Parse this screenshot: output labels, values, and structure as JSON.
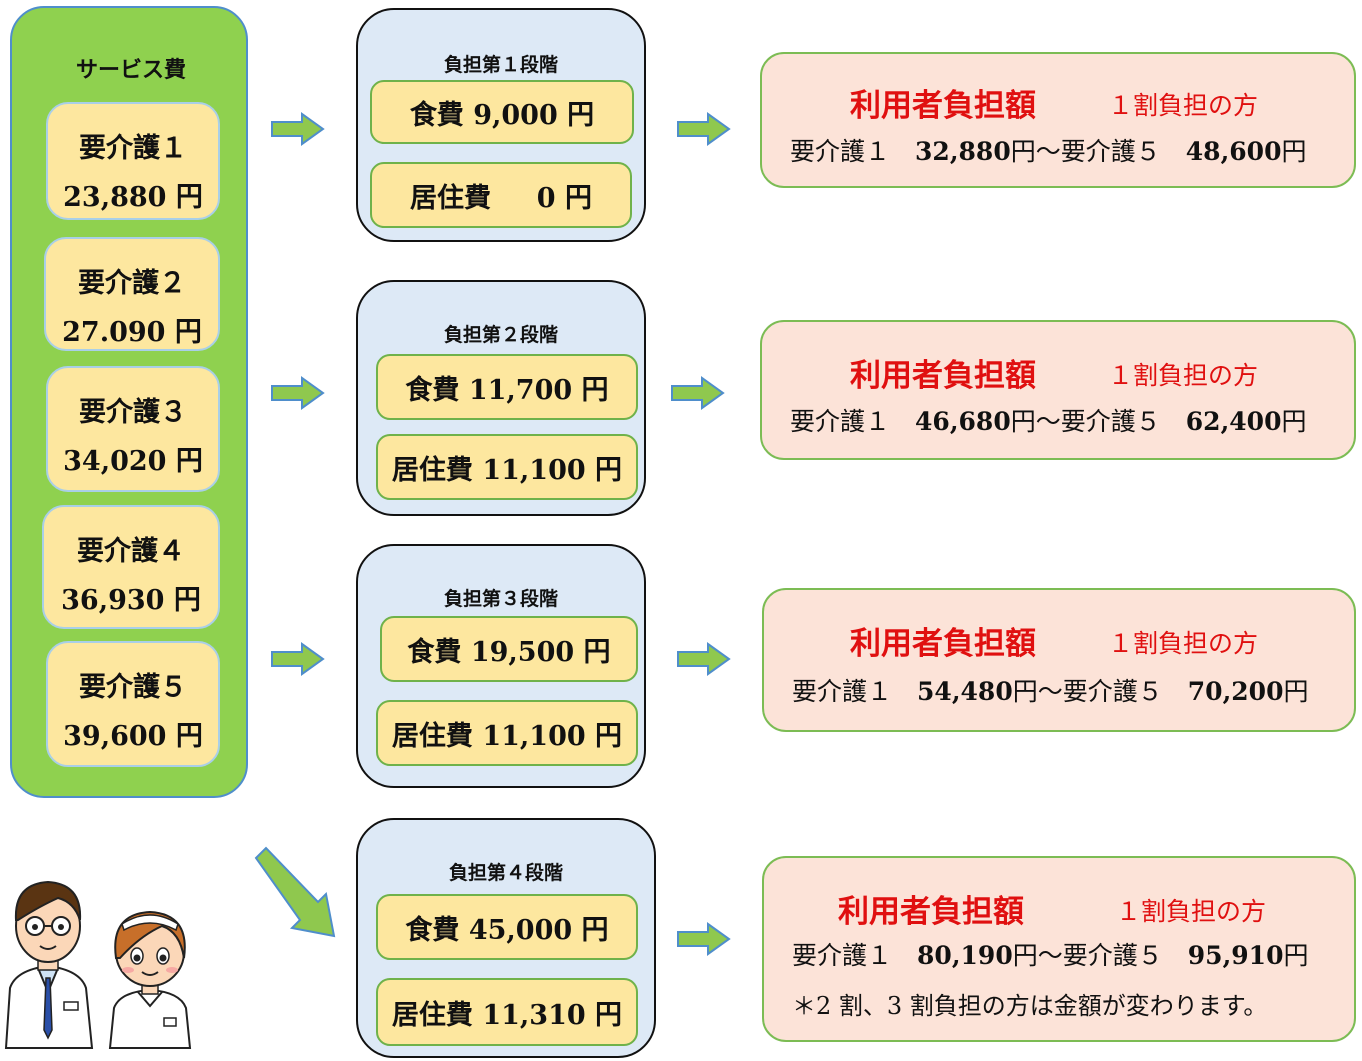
{
  "service": {
    "title": "サービス費",
    "levels": [
      {
        "label": "要介護１",
        "amount": "23,880 円"
      },
      {
        "label": "要介護２",
        "amount": "27.090 円"
      },
      {
        "label": "要介護３",
        "amount": "34,020 円"
      },
      {
        "label": "要介護４",
        "amount": "36,930 円"
      },
      {
        "label": "要介護５",
        "amount": "39,600 円"
      }
    ]
  },
  "stages": [
    {
      "title": "負担第１段階",
      "food": "食費 9,000 円",
      "housing": "居住費 　 0 円"
    },
    {
      "title": "負担第２段階",
      "food": "食費 11,700 円",
      "housing": "居住費 11,100 円"
    },
    {
      "title": "負担第３段階",
      "food": "食費 19,500 円",
      "housing": "居住費 11,100 円"
    },
    {
      "title": "負担第４段階",
      "food": "食費 45,000 円",
      "housing": "居住費 11,310 円"
    }
  ],
  "results": [
    {
      "title": "利用者負担額",
      "sub": "１割負担の方",
      "min_label": "要介護１",
      "min": "32,880",
      "max_label": "要介護５",
      "max": "48,600",
      "yen": "円",
      "tilde": "〜"
    },
    {
      "title": "利用者負担額",
      "sub": "１割負担の方",
      "min_label": "要介護１",
      "min": "46,680",
      "max_label": "要介護５",
      "max": "62,400",
      "yen": "円",
      "tilde": "〜"
    },
    {
      "title": "利用者負担額",
      "sub": "１割負担の方",
      "min_label": "要介護１",
      "min": "54,480",
      "max_label": "要介護５",
      "max": "70,200",
      "yen": "円",
      "tilde": "〜"
    },
    {
      "title": "利用者負担額",
      "sub": "１割負担の方",
      "min_label": "要介護１",
      "min": "80,190",
      "max_label": "要介護５",
      "max": "95,910",
      "yen": "円",
      "tilde": "〜"
    }
  ],
  "note": "＊2 割、3 割負担の方は金額が変わります。",
  "colors": {
    "service_bg": "#8fd14f",
    "box_yellow": "#fde79f",
    "stage_bg": "#dde9f6",
    "result_bg": "#fce3d8",
    "accent_red": "#e01010",
    "arrow_green": "#8fc84e"
  }
}
